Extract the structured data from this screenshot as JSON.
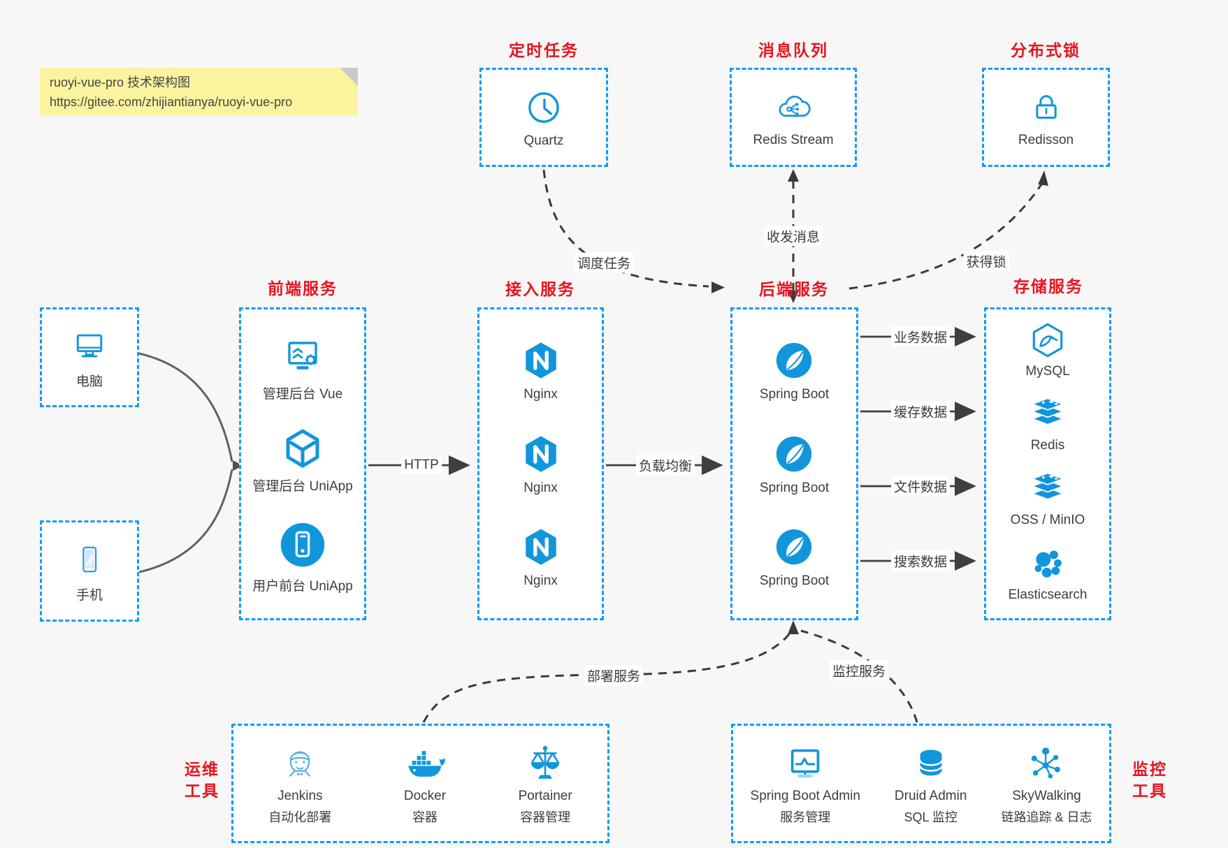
{
  "palette": {
    "accent_blue": "#1296db",
    "border_blue": "#109bfa",
    "accent_red": "#e8141f",
    "note_yellow": "#fbf39e",
    "arrow_gray": "#3a3a3a"
  },
  "note": {
    "line1": "ruoyi-vue-pro 技术架构图",
    "line2": "https://gitee.com/zhijiantianya/ruoyi-vue-pro"
  },
  "top": {
    "scheduler": {
      "title": "定时任务",
      "label": "Quartz",
      "icon": "clock-icon"
    },
    "queue": {
      "title": "消息队列",
      "label": "Redis Stream",
      "icon": "cloud-stream-icon"
    },
    "lock": {
      "title": "分布式锁",
      "label": "Redisson",
      "icon": "lock-icon"
    }
  },
  "clients": {
    "pc": {
      "label": "电脑",
      "icon": "desktop-icon"
    },
    "mobile": {
      "label": "手机",
      "icon": "phone-icon"
    }
  },
  "frontend": {
    "title": "前端服务",
    "items": [
      {
        "label": "管理后台 Vue",
        "icon": "admin-vue-icon"
      },
      {
        "label": "管理后台 UniApp",
        "icon": "uniapp-cube-icon"
      },
      {
        "label": "用户前台 UniApp",
        "icon": "user-app-icon"
      }
    ]
  },
  "gateway": {
    "title": "接入服务",
    "items": [
      {
        "label": "Nginx",
        "icon": "nginx-icon"
      },
      {
        "label": "Nginx",
        "icon": "nginx-icon"
      },
      {
        "label": "Nginx",
        "icon": "nginx-icon"
      }
    ]
  },
  "backend": {
    "title": "后端服务",
    "items": [
      {
        "label": "Spring Boot",
        "icon": "spring-icon"
      },
      {
        "label": "Spring Boot",
        "icon": "spring-icon"
      },
      {
        "label": "Spring Boot",
        "icon": "spring-icon"
      }
    ]
  },
  "storage": {
    "title": "存储服务",
    "items": [
      {
        "label": "MySQL",
        "icon": "mysql-icon"
      },
      {
        "label": "Redis",
        "icon": "redis-stack-icon"
      },
      {
        "label": "OSS / MinIO",
        "icon": "redis-stack-icon"
      },
      {
        "label": "Elasticsearch",
        "icon": "elasticsearch-icon"
      }
    ]
  },
  "ops": {
    "title_line1": "运维",
    "title_line2": "工具",
    "items": [
      {
        "name": "Jenkins",
        "desc": "自动化部署",
        "icon": "jenkins-icon"
      },
      {
        "name": "Docker",
        "desc": "容器",
        "icon": "docker-icon"
      },
      {
        "name": "Portainer",
        "desc": "容器管理",
        "icon": "portainer-icon"
      }
    ]
  },
  "monitoring": {
    "title_line1": "监控",
    "title_line2": "工具",
    "items": [
      {
        "name": "Spring Boot Admin",
        "desc": "服务管理",
        "icon": "monitor-chart-icon"
      },
      {
        "name": "Druid Admin",
        "desc": "SQL 监控",
        "icon": "database-icon"
      },
      {
        "name": "SkyWalking",
        "desc": "链路追踪 & 日志",
        "icon": "node-graph-icon"
      }
    ]
  },
  "edges": {
    "http": "HTTP",
    "load_balance": "负载均衡",
    "schedule": "调度任务",
    "messaging": "收发消息",
    "acquire_lock": "获得锁",
    "deploy": "部署服务",
    "monitor": "监控服务",
    "business_data": "业务数据",
    "cache_data": "缓存数据",
    "file_data": "文件数据",
    "search_data": "搜索数据"
  }
}
